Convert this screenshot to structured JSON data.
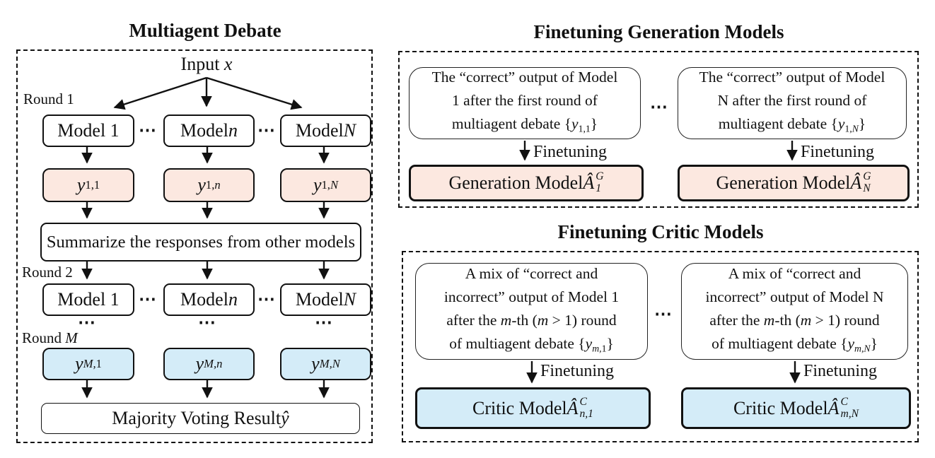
{
  "colors": {
    "pink": "#fce8e0",
    "blue": "#d4ecf8",
    "line": "#111111"
  },
  "left_panel": {
    "title": "Multiagent Debate",
    "input": [
      {
        "t": "Input ",
        "s": "rm"
      },
      {
        "t": "x",
        "s": "it"
      }
    ],
    "round1_label": "Round 1",
    "round2_label": "Round 2",
    "roundM_label": [
      {
        "t": "Round ",
        "s": "rm"
      },
      {
        "t": "M",
        "s": "it"
      }
    ],
    "dots": "⋯",
    "row1_models": [
      [
        {
          "t": "Model 1",
          "s": "rm"
        }
      ],
      [
        {
          "t": "Model ",
          "s": "rm"
        },
        {
          "t": "n",
          "s": "it"
        }
      ],
      [
        {
          "t": "Model ",
          "s": "rm"
        },
        {
          "t": "N",
          "s": "it"
        }
      ]
    ],
    "row1_outputs": [
      [
        {
          "t": "y",
          "s": "it"
        },
        {
          "t": "1,1",
          "s": "sub"
        }
      ],
      [
        {
          "t": "y",
          "s": "it"
        },
        {
          "t": "1,",
          "s": "sub"
        },
        {
          "t": "n",
          "s": "subit"
        }
      ],
      [
        {
          "t": "y",
          "s": "it"
        },
        {
          "t": "1,",
          "s": "sub"
        },
        {
          "t": "N",
          "s": "subit"
        }
      ]
    ],
    "summarize_label": "Summarize the responses from other models",
    "row2_models": [
      [
        {
          "t": "Model 1",
          "s": "rm"
        }
      ],
      [
        {
          "t": "Model ",
          "s": "rm"
        },
        {
          "t": "n",
          "s": "it"
        }
      ],
      [
        {
          "t": "Model ",
          "s": "rm"
        },
        {
          "t": "N",
          "s": "it"
        }
      ]
    ],
    "rowM_outputs": [
      [
        {
          "t": "y",
          "s": "it"
        },
        {
          "t": "M,",
          "s": "subit"
        },
        {
          "t": "1",
          "s": "sub"
        }
      ],
      [
        {
          "t": "y",
          "s": "it"
        },
        {
          "t": "M,n",
          "s": "subit"
        }
      ],
      [
        {
          "t": "y",
          "s": "it"
        },
        {
          "t": "M,N",
          "s": "subit"
        }
      ]
    ],
    "majority_label": [
      {
        "t": "Majority Voting Result ",
        "s": "rm"
      },
      {
        "t": "ŷ",
        "s": "it"
      }
    ]
  },
  "gen_panel": {
    "title": "Finetuning Generation Models",
    "dots": "⋯",
    "finetuning_label": "Finetuning",
    "source1_lines": [
      [
        {
          "t": "The “correct” output of Model",
          "s": "rm"
        }
      ],
      [
        {
          "t": "1 after the first round of",
          "s": "rm"
        }
      ],
      [
        {
          "t": "multiagent debate {",
          "s": "rm"
        },
        {
          "t": "y",
          "s": "it"
        },
        {
          "t": "1,1",
          "s": "sub"
        },
        {
          "t": "}",
          "s": "rm"
        }
      ]
    ],
    "source2_lines": [
      [
        {
          "t": "The “correct” output of Model",
          "s": "rm"
        }
      ],
      [
        {
          "t": "N after the first round of",
          "s": "rm"
        }
      ],
      [
        {
          "t": "multiagent debate {",
          "s": "rm"
        },
        {
          "t": "y",
          "s": "it"
        },
        {
          "t": "1,",
          "s": "sub"
        },
        {
          "t": "N",
          "s": "subit"
        },
        {
          "t": "}",
          "s": "rm"
        }
      ]
    ],
    "model1_label": [
      {
        "t": "Generation Model ",
        "s": "rm"
      },
      {
        "t": "Â",
        "s": "it"
      },
      {
        "s": "stack",
        "sup": "G",
        "sub": "1"
      }
    ],
    "model2_label": [
      {
        "t": "Generation Model ",
        "s": "rm"
      },
      {
        "t": "Â",
        "s": "it"
      },
      {
        "s": "stack",
        "sup": "G",
        "sub": "N"
      }
    ]
  },
  "critic_panel": {
    "title": "Finetuning Critic Models",
    "dots": "⋯",
    "finetuning_label": "Finetuning",
    "source1_lines": [
      [
        {
          "t": "A mix of “correct and",
          "s": "rm"
        }
      ],
      [
        {
          "t": "incorrect” output of Model 1",
          "s": "rm"
        }
      ],
      [
        {
          "t": "after the ",
          "s": "rm"
        },
        {
          "t": "m",
          "s": "it"
        },
        {
          "t": "-th (",
          "s": "rm"
        },
        {
          "t": "m",
          "s": "it"
        },
        {
          "t": " > 1) round",
          "s": "rm"
        }
      ],
      [
        {
          "t": "of multiagent debate {",
          "s": "rm"
        },
        {
          "t": "y",
          "s": "it"
        },
        {
          "t": "m,",
          "s": "subit"
        },
        {
          "t": "1",
          "s": "sub"
        },
        {
          "t": "}",
          "s": "rm"
        }
      ]
    ],
    "source2_lines": [
      [
        {
          "t": "A mix of “correct and",
          "s": "rm"
        }
      ],
      [
        {
          "t": "incorrect” output of Model N",
          "s": "rm"
        }
      ],
      [
        {
          "t": "after the ",
          "s": "rm"
        },
        {
          "t": "m",
          "s": "it"
        },
        {
          "t": "-th (",
          "s": "rm"
        },
        {
          "t": "m",
          "s": "it"
        },
        {
          "t": " > 1) round",
          "s": "rm"
        }
      ],
      [
        {
          "t": "of multiagent debate {",
          "s": "rm"
        },
        {
          "t": "y",
          "s": "it"
        },
        {
          "t": "m,",
          "s": "subit"
        },
        {
          "t": "N",
          "s": "subit"
        },
        {
          "t": "}",
          "s": "rm"
        }
      ]
    ],
    "model1_label": [
      {
        "t": "Critic Model ",
        "s": "rm"
      },
      {
        "t": "Â",
        "s": "it"
      },
      {
        "s": "stack",
        "sup": "C",
        "sub": "n,1"
      }
    ],
    "model2_label": [
      {
        "t": "Critic Model ",
        "s": "rm"
      },
      {
        "t": "Â",
        "s": "it"
      },
      {
        "s": "stack",
        "sup": "C",
        "sub": "m,N"
      }
    ]
  }
}
